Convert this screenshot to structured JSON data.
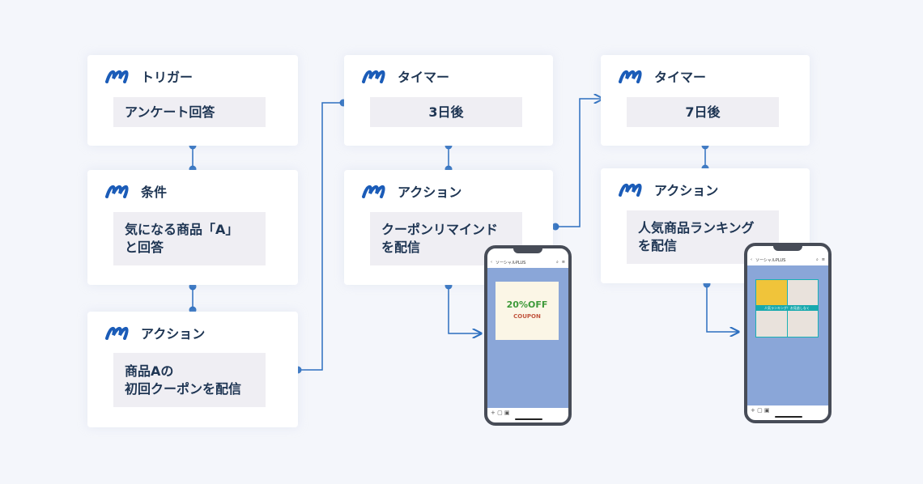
{
  "colors": {
    "accent": "#2d6fbf",
    "text": "#1e3553",
    "box": "#efeef3",
    "background": "#f4f6fb"
  },
  "logo_icon": "m-logo",
  "column1": {
    "trigger": {
      "title": "トリガー",
      "content": "アンケート回答"
    },
    "condition": {
      "title": "条件",
      "line1": "気になる商品「A」",
      "line2": "と回答"
    },
    "action": {
      "title": "アクション",
      "line1": "商品Aの",
      "line2": "初回クーポンを配信"
    }
  },
  "column2": {
    "timer": {
      "title": "タイマー",
      "content": "3日後"
    },
    "action": {
      "title": "アクション",
      "line1": "クーポンリマインド",
      "line2": "を配信"
    }
  },
  "column3": {
    "timer": {
      "title": "タイマー",
      "content": "7日後"
    },
    "action": {
      "title": "アクション",
      "line1": "人気商品ランキング",
      "line2": "を配信"
    }
  },
  "phone1": {
    "account": "ソーシャルPLUS",
    "discount": "20%OFF",
    "coupon": "COUPON"
  },
  "phone2": {
    "account": "ソーシャルPLUS",
    "banner": "人気ランキング！お見逃しなく"
  }
}
